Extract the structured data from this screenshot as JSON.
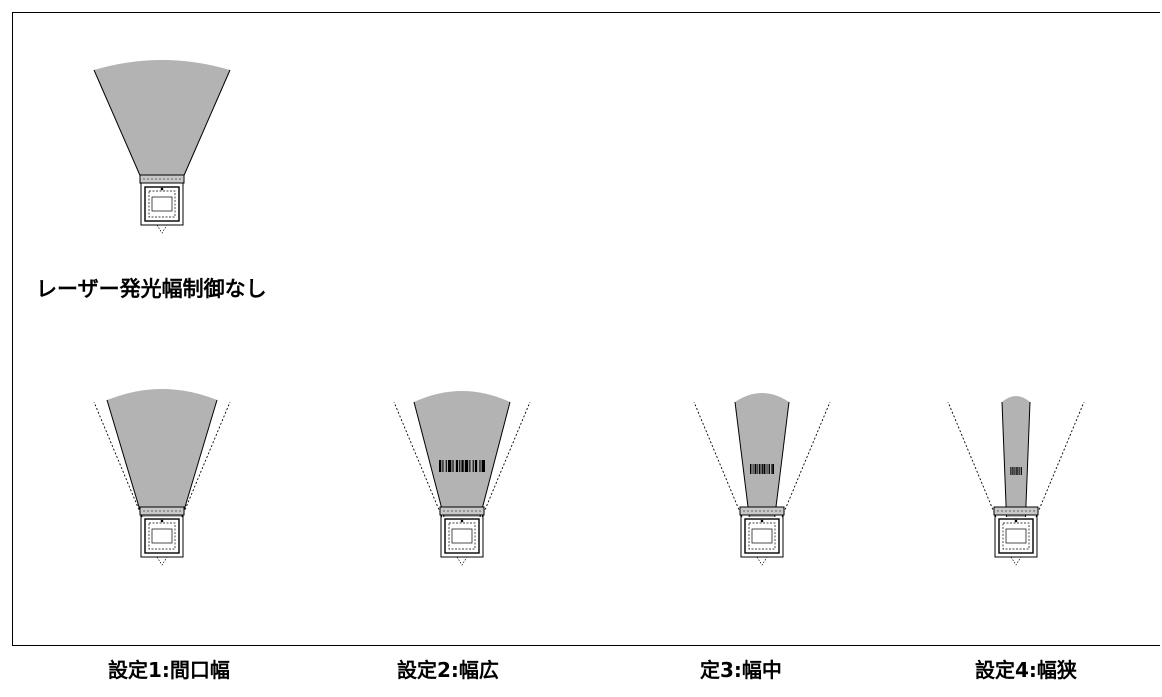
{
  "main_caption": "レーザー発光幅制御なし",
  "settings": [
    {
      "label": "設定1:間口幅",
      "width_level": "full",
      "barcode": false
    },
    {
      "label": "設定2:幅広",
      "width_level": "wide",
      "barcode": true
    },
    {
      "label": "定3:幅中",
      "width_level": "medium",
      "barcode": true
    },
    {
      "label": "設定4:幅狭",
      "width_level": "narrow",
      "barcode": true
    }
  ],
  "colors": {
    "beam_fill": "#b3b3b3",
    "line": "#000000",
    "background": "#ffffff"
  }
}
